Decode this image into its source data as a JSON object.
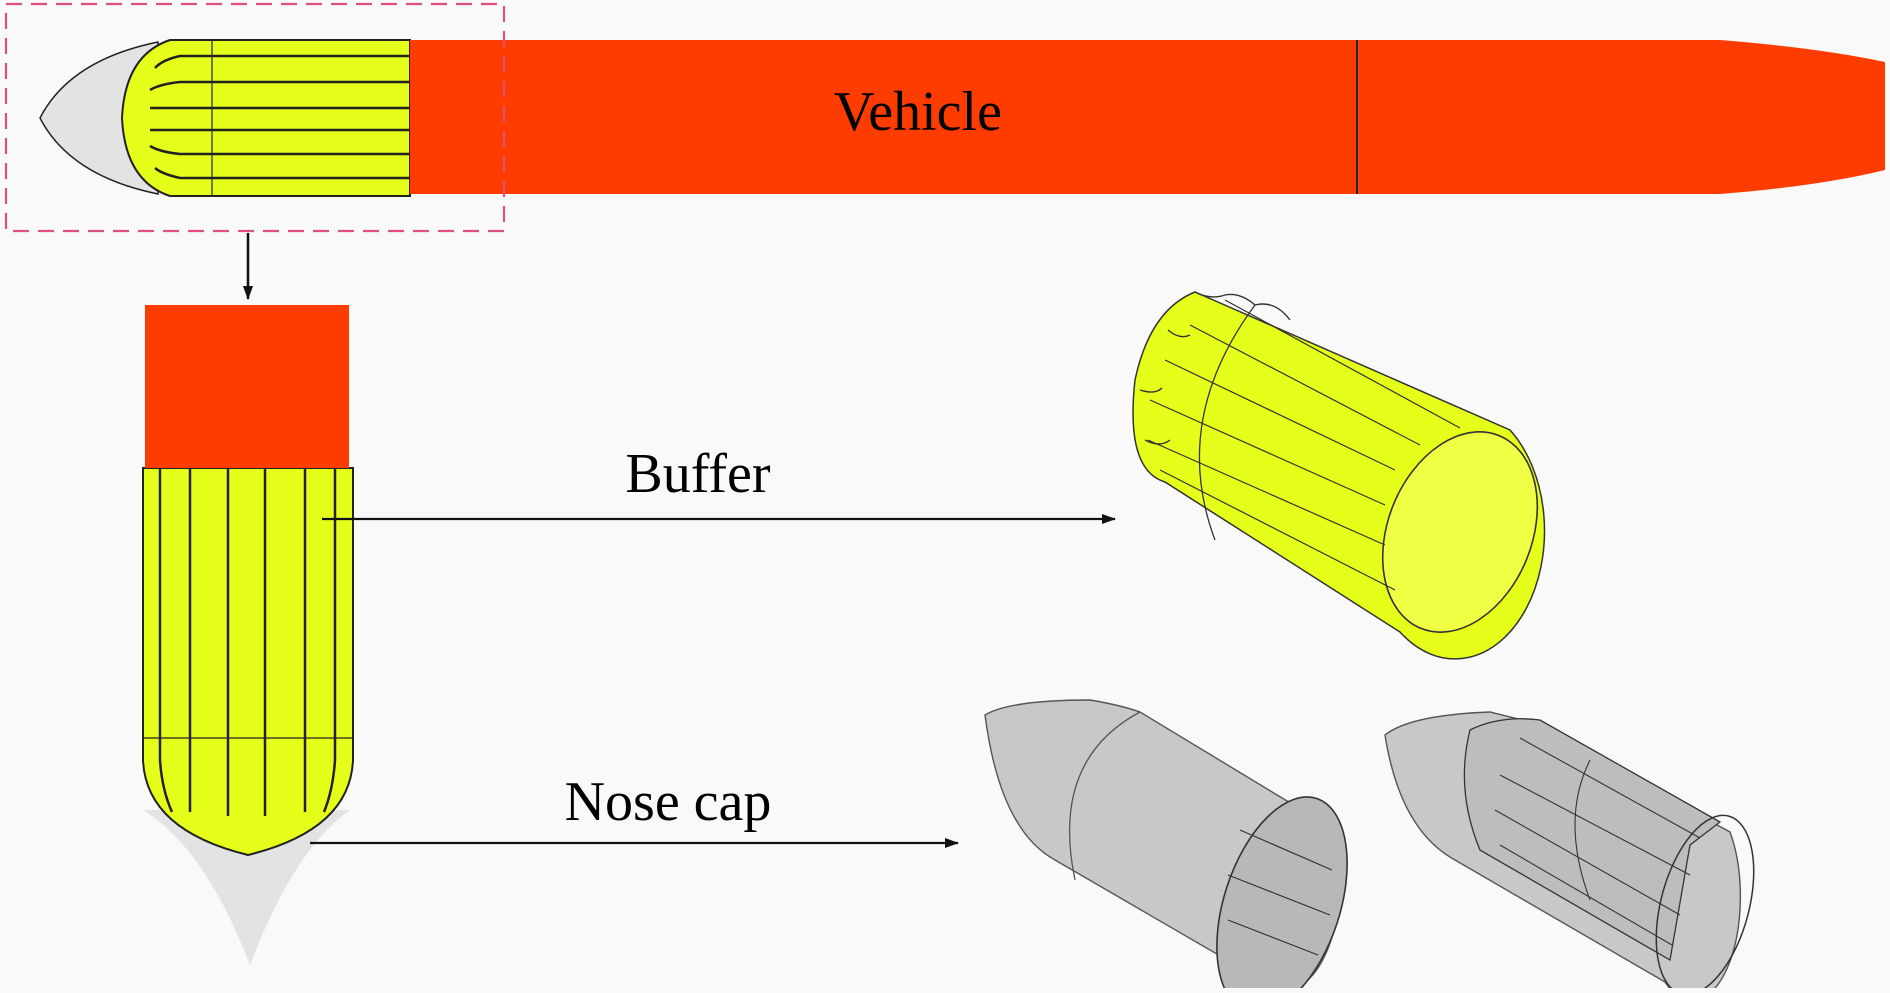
{
  "labels": {
    "vehicle": "Vehicle",
    "buffer": "Buffer",
    "nose_cap": "Nose cap"
  },
  "colors": {
    "background": "#f9f9f9",
    "vehicle": "#ff3c00",
    "buffer": "#e6ff1a",
    "buffer_light": "#eeff44",
    "nose_cap": "#e3e3e3",
    "nose_cap_3d": "#c8c8c8",
    "highlight_box": "#e0507a",
    "line": "#1a1a1a"
  }
}
